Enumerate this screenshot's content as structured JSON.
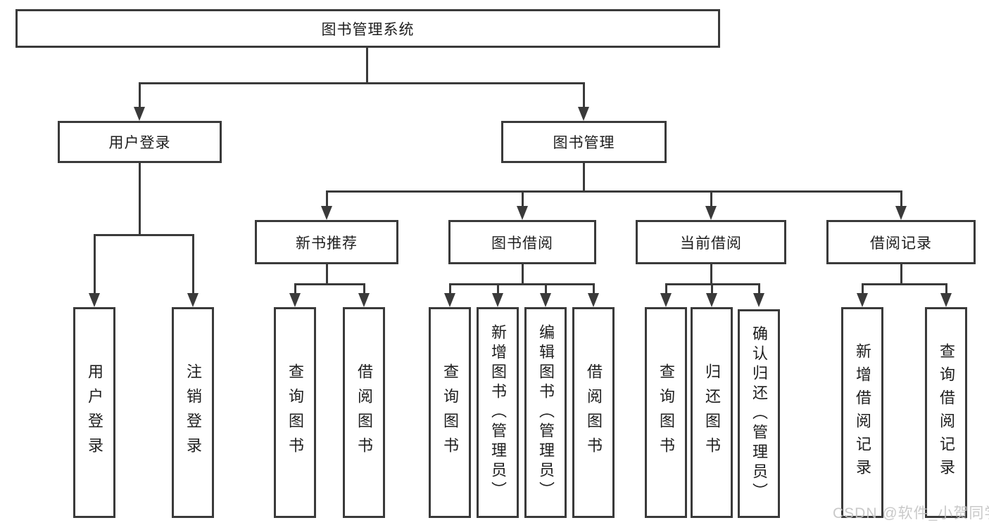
{
  "diagram": {
    "root": {
      "label": "图书管理系统"
    },
    "branches": [
      {
        "label": "用户登录",
        "children": [
          {
            "label": "用户登录"
          },
          {
            "label": "注销登录"
          }
        ]
      },
      {
        "label": "图书管理",
        "children": [
          {
            "label": "新书推荐",
            "children": [
              {
                "label": "查询图书"
              },
              {
                "label": "借阅图书"
              }
            ]
          },
          {
            "label": "图书借阅",
            "children": [
              {
                "label": "查询图书"
              },
              {
                "label": "新增图书（管理员）"
              },
              {
                "label": "编辑图书（管理员）"
              },
              {
                "label": "借阅图书"
              }
            ]
          },
          {
            "label": "当前借阅",
            "children": [
              {
                "label": "查询图书"
              },
              {
                "label": "归还图书"
              },
              {
                "label": "确认归还（管理员）"
              }
            ]
          },
          {
            "label": "借阅记录",
            "children": [
              {
                "label": "新增借阅记录"
              },
              {
                "label": "查询借阅记录"
              }
            ]
          }
        ]
      }
    ]
  },
  "watermark": {
    "text": "CSDN @软件_小贺同学"
  },
  "colors": {
    "line": "#3a3a3a",
    "box_border": "#3a3a3a",
    "text": "#1e1e1e",
    "watermark": "#c3c3c3",
    "background": "#ffffff"
  }
}
